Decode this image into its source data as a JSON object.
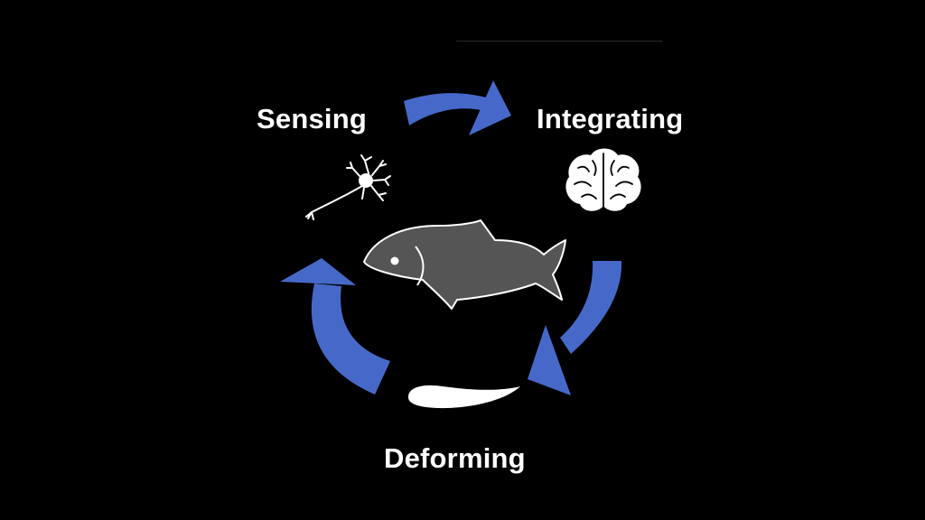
{
  "labels": {
    "sensing": "Sensing",
    "integrating": "Integrating",
    "deforming": "Deforming"
  },
  "colors": {
    "background": "#000000",
    "arrow": "#4669c9",
    "fish_fill": "#555555",
    "outline": "#ffffff",
    "text": "#ffffff"
  },
  "icons": {
    "sensing": "neuron-icon",
    "integrating": "brain-icon",
    "center": "fish-icon",
    "deforming": "fish-body-curve-icon"
  }
}
